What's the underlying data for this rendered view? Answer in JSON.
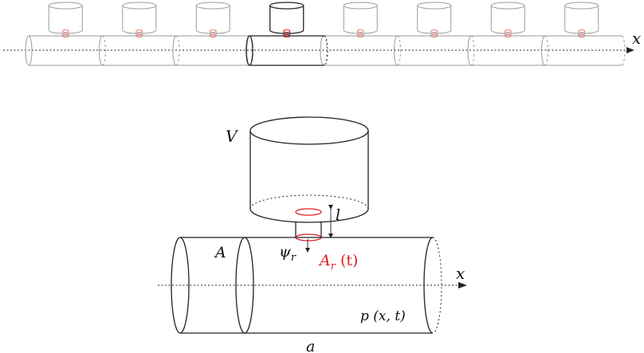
{
  "top_row": {
    "axis_label": "x",
    "resonator_count": 8,
    "highlighted_index": 3
  },
  "detail": {
    "volume_label": "V",
    "neck_length_label": "l",
    "pipe_area_label": "A",
    "flux_label": "ψ",
    "flux_subscript": "r",
    "neck_area_label": "A",
    "neck_area_subscript": "r",
    "neck_area_arg": "(t)",
    "pressure_label": "p (x, t)",
    "axis_label": "x",
    "cell_length_label": "a"
  },
  "colors": {
    "line": "#222222",
    "faint": "#9a9a9a",
    "accent": "#e02020"
  }
}
